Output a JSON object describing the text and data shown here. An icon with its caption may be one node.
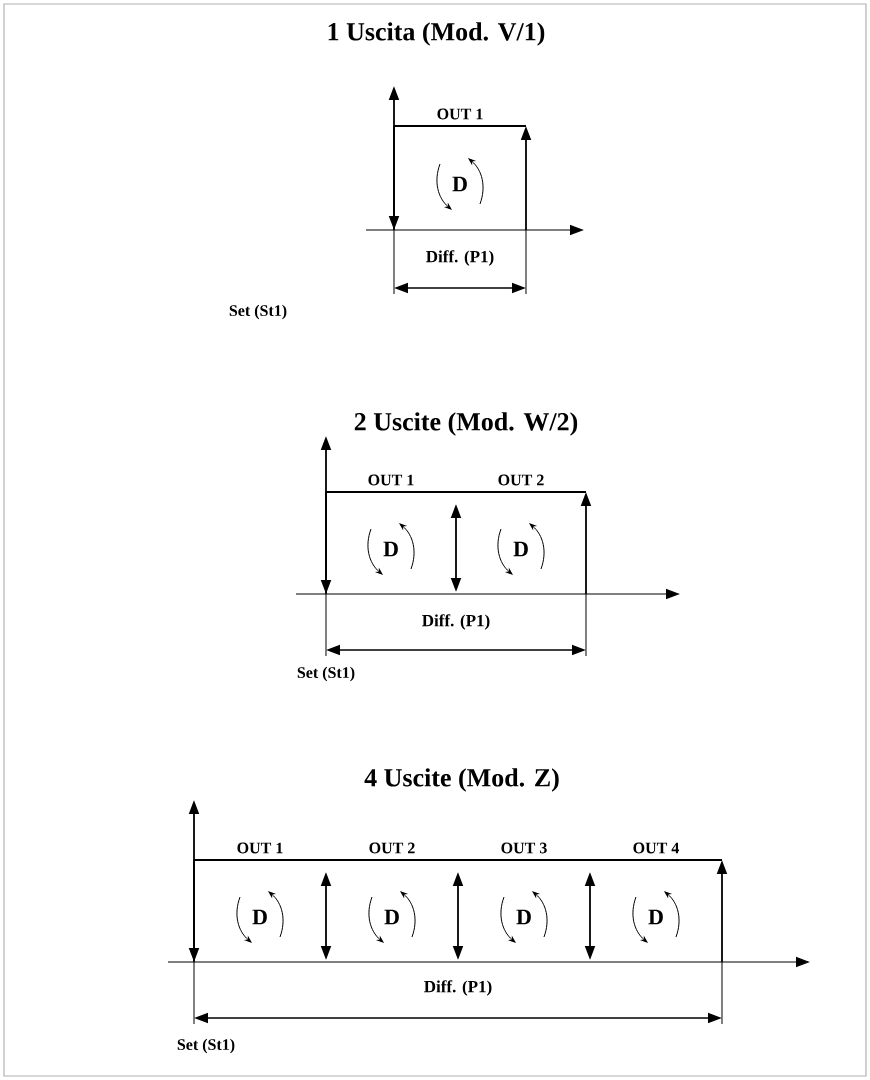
{
  "diagram": {
    "labels": [
      "1 Uscita (Mod. V/1)",
      "OUT 1",
      "D",
      "Diff. (P1)",
      "Set (St1)",
      "2 Uscite (Mod. W/2)",
      "OUT 1",
      "OUT 2",
      "D",
      "D",
      "Diff. (P1)",
      "Set (St1)",
      "4 Uscite (Mod. Z)",
      "OUT 1",
      "OUT 2",
      "OUT 3",
      "OUT 4",
      "D",
      "D",
      "D",
      "D",
      "Diff. (P1)",
      "Set (St1)"
    ]
  }
}
